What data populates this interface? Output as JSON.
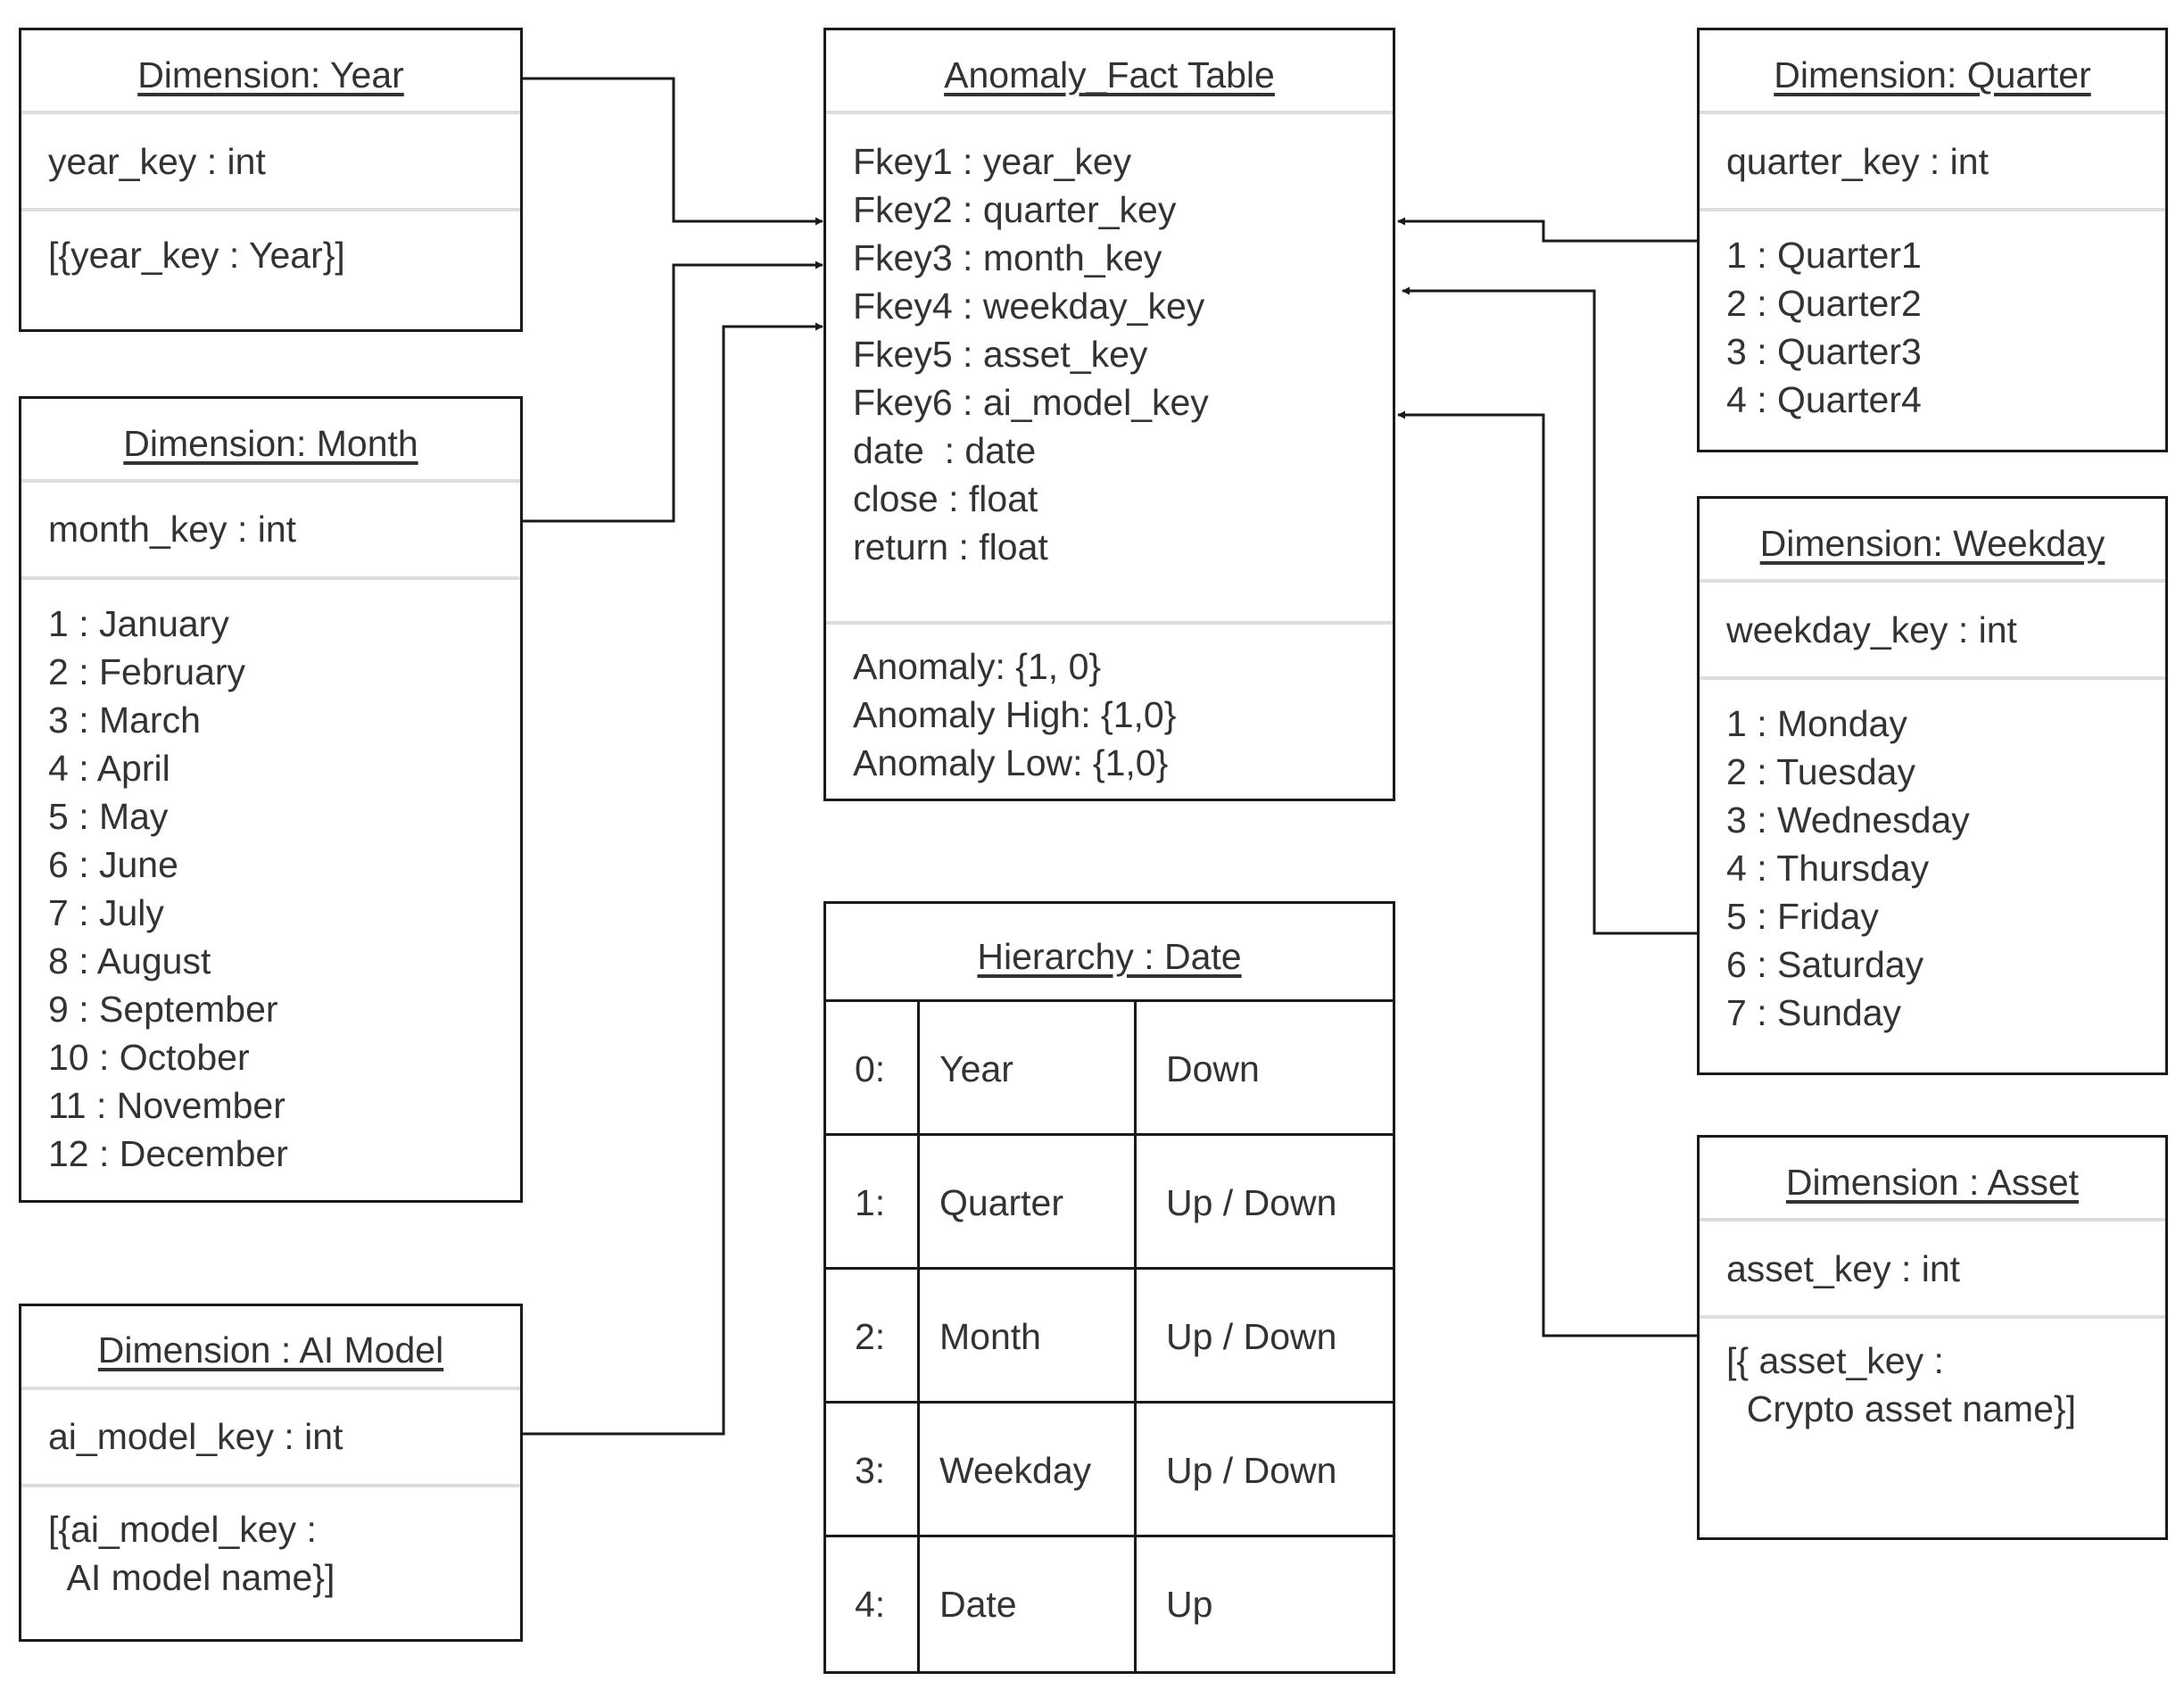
{
  "dimension_year": {
    "title": "Dimension: Year",
    "key": "year_key : int",
    "body": "[{year_key : Year}]"
  },
  "dimension_month": {
    "title": "Dimension: Month",
    "key": "month_key : int",
    "items": [
      "1 : January",
      "2 : February",
      "3 : March",
      "4 : April",
      "5 : May",
      "6 : June",
      "7 : July",
      "8 : August",
      "9 : September",
      "10 : October",
      "11 : November",
      "12 : December"
    ]
  },
  "dimension_ai_model": {
    "title": "Dimension : AI Model",
    "key": "ai_model_key  :  int",
    "body": "[{ai_model_key :\n  AI model name}]"
  },
  "fact_table": {
    "title": "Anomaly_Fact Table",
    "fields": [
      "Fkey1 : year_key",
      "Fkey2 : quarter_key",
      "Fkey3 : month_key",
      "Fkey4 : weekday_key",
      "Fkey5 : asset_key",
      "Fkey6 : ai_model_key",
      "date  : date",
      "close : float",
      "return : float"
    ],
    "measures": [
      "Anomaly: {1, 0}",
      "Anomaly High: {1,0}",
      "Anomaly Low: {1,0}"
    ]
  },
  "hierarchy": {
    "title": "Hierarchy : Date",
    "rows": [
      {
        "level": "0:",
        "name": "Year",
        "nav": "Down"
      },
      {
        "level": "1:",
        "name": "Quarter",
        "nav": "Up / Down"
      },
      {
        "level": "2:",
        "name": "Month",
        "nav": "Up / Down"
      },
      {
        "level": "3:",
        "name": "Weekday",
        "nav": "Up / Down"
      },
      {
        "level": "4:",
        "name": "Date",
        "nav": "Up"
      }
    ]
  },
  "dimension_quarter": {
    "title": "Dimension: Quarter",
    "key": "quarter_key : int",
    "items": [
      "1 : Quarter1",
      "2 : Quarter2",
      "3 : Quarter3",
      "4 : Quarter4"
    ]
  },
  "dimension_weekday": {
    "title": "Dimension: Weekday",
    "key": "weekday_key : int",
    "items": [
      "1 : Monday",
      "2 : Tuesday",
      "3 : Wednesday",
      "4 : Thursday",
      "5 : Friday",
      "6 : Saturday",
      "7 : Sunday"
    ]
  },
  "dimension_asset": {
    "title": "Dimension : Asset",
    "key": "asset_key : int",
    "body": "[{ asset_key :\n  Crypto asset name}]"
  },
  "colors": {
    "border": "#1a1a1a",
    "separator": "#dcdcdc",
    "text": "#333333",
    "connector": "#1a1a1a"
  }
}
